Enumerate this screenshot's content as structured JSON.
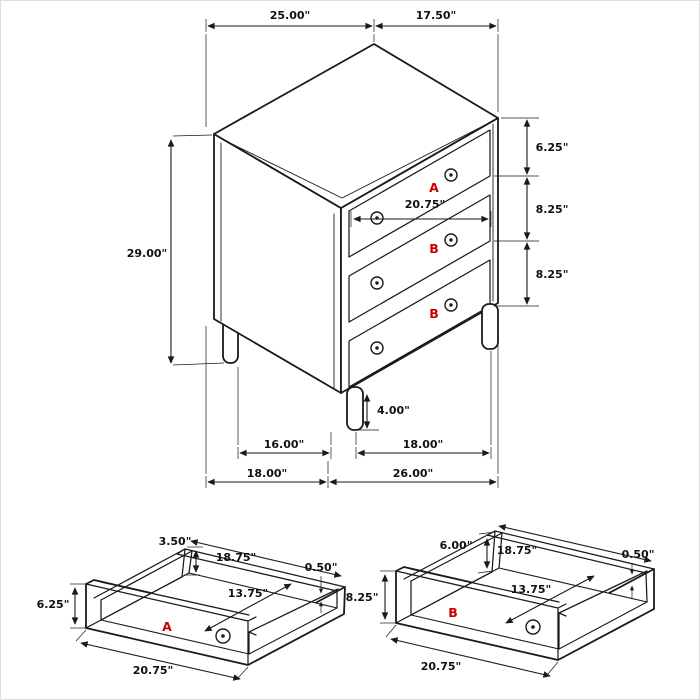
{
  "page": {
    "background": "#ffffff",
    "border": "#dcdcdc"
  },
  "colors": {
    "line": "#1a1a1a",
    "red_label": "#cc0000"
  },
  "main_view": {
    "top_width": "25.00\"",
    "top_depth": "17.50\"",
    "overall_height": "29.00\"",
    "top_to_first_drawer": "6.25\"",
    "drawer_spacing_1": "8.25\"",
    "drawer_spacing_2": "8.25\"",
    "drawer_front_width": "20.75\"",
    "leg_height": "4.00\"",
    "leg_spacing_depth": "16.00\"",
    "leg_spacing_width": "18.00\"",
    "base_depth": "18.00\"",
    "base_width": "26.00\"",
    "drawer_labels": [
      "A",
      "B",
      "B"
    ]
  },
  "drawer_a": {
    "label": "A",
    "side_height": "3.50\"",
    "inner_width": "18.75\"",
    "wall_thickness": "0.50\"",
    "front_height": "6.25\"",
    "inner_depth": "13.75\"",
    "outer_width": "20.75\""
  },
  "drawer_b": {
    "label": "B",
    "side_height": "6.00\"",
    "inner_width": "18.75\"",
    "wall_thickness": "0.50\"",
    "front_height": "8.25\"",
    "inner_depth": "13.75\"",
    "outer_width": "20.75\""
  }
}
